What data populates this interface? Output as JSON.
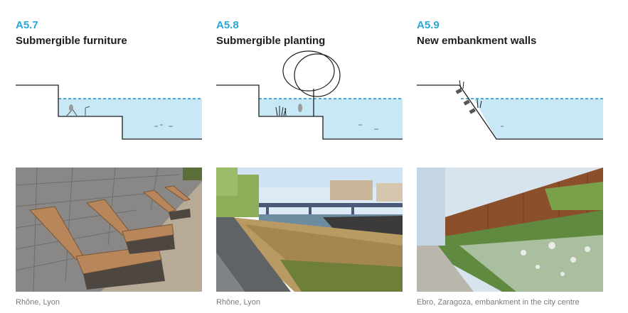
{
  "panels": [
    {
      "code": "A5.7",
      "title": "Submergible furniture",
      "caption": "Rhône, Lyon",
      "diagram_icon": "stepped-embankment-bench-icon",
      "photo_subject": "wooden-loungers-photo"
    },
    {
      "code": "A5.8",
      "title": "Submergible planting",
      "caption": "Rhône, Lyon",
      "diagram_icon": "stepped-embankment-tree-icon",
      "photo_subject": "riverside-path-grasses-photo"
    },
    {
      "code": "A5.9",
      "title": "New embankment walls",
      "caption": "Ebro, Zaragoza, embankment in the city centre",
      "diagram_icon": "sloped-green-wall-icon",
      "photo_subject": "vegetated-wall-photo"
    }
  ],
  "colors": {
    "accent": "#2aa6d6",
    "water": "#c8e8f6",
    "waterline": "#1f8fc4",
    "caption": "#7a7a7a"
  }
}
